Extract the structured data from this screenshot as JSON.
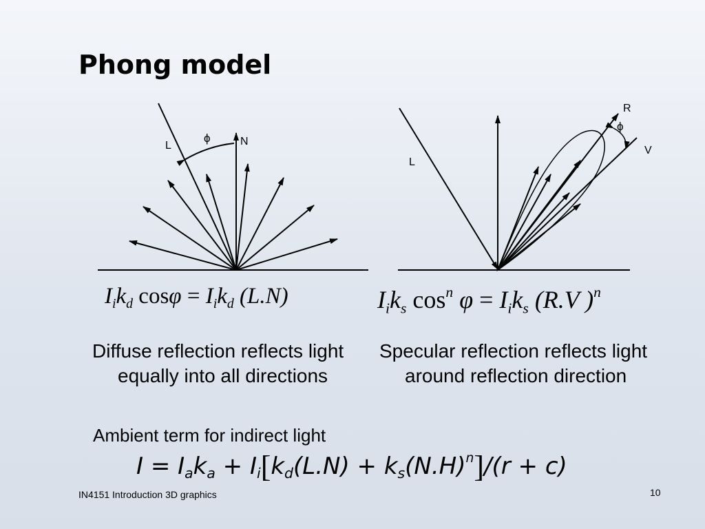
{
  "slide": {
    "title": "Phong model",
    "footer": "IN4151  Introduction 3D graphics",
    "page_number": "10"
  },
  "diagram_left": {
    "label_L": "L",
    "label_phi": "ϕ",
    "label_N": "N"
  },
  "diagram_right": {
    "label_L": "L",
    "label_R": "R",
    "label_phi": "ϕ",
    "label_V": "V"
  },
  "formulas": {
    "diffuse": {
      "I": "I",
      "i": "i",
      "k": "k",
      "d": "d",
      "cos": " cos",
      "phi": "φ",
      "eq": " = ",
      "I2": "I",
      "i2": "i",
      "k2": "k",
      "d2": "d",
      "LN": " (L.N)"
    },
    "specular": {
      "I": "I",
      "i": "i",
      "k": "k",
      "s": "s",
      "cos": " cos",
      "n": "n",
      "phi": " φ",
      "eq": " = ",
      "I2": "I",
      "i2": "i",
      "k2": "k",
      "s2": "s",
      "RV": " (R.V )",
      "n2": "n"
    },
    "main": {
      "I": "I",
      "eq": " = ",
      "Ia": "I",
      "a": "a",
      "ka": "k",
      "a2": "a",
      "plus1": " + ",
      "Ii": "I",
      "i": "i",
      "lb": "[",
      "kd": "k",
      "d": "d",
      "LN": "(L.N)",
      "plus2": " + ",
      "ks": "k",
      "s": "s",
      "NH": "(N.H)",
      "n": "n",
      "rb": "]",
      "rc": "/(r + c)"
    }
  },
  "text": {
    "diffuse_desc": "Diffuse reflection reflects light equally into all directions",
    "specular_desc": "Specular reflection reflects light around reflection direction",
    "ambient": "Ambient term for indirect light"
  }
}
